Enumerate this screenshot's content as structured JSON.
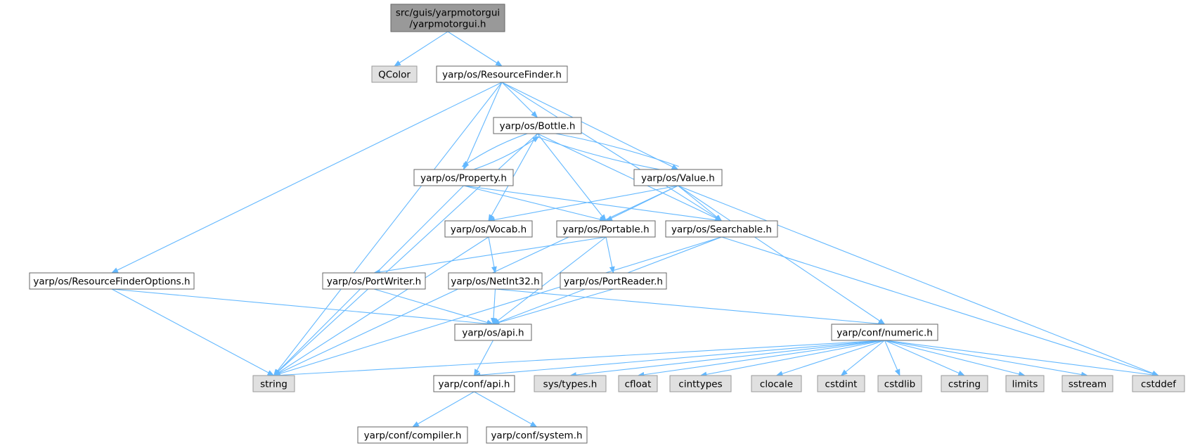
{
  "colors": {
    "root_fill": "#999999",
    "root_stroke": "#666666",
    "internal_fill": "#ffffff",
    "internal_stroke": "#666666",
    "external_fill": "#e0e0e0",
    "external_stroke": "#999999",
    "edge": "#63b8ff"
  },
  "nodes": [
    {
      "id": "root",
      "kind": "root",
      "lines": [
        "src/guis/yarpmotorgui",
        "/yarpmotorgui.h"
      ]
    },
    {
      "id": "qcolor",
      "kind": "external",
      "lines": [
        "QColor"
      ]
    },
    {
      "id": "resourcefinder",
      "kind": "internal",
      "lines": [
        "yarp/os/ResourceFinder.h"
      ]
    },
    {
      "id": "bottle",
      "kind": "internal",
      "lines": [
        "yarp/os/Bottle.h"
      ]
    },
    {
      "id": "property",
      "kind": "internal",
      "lines": [
        "yarp/os/Property.h"
      ]
    },
    {
      "id": "value",
      "kind": "internal",
      "lines": [
        "yarp/os/Value.h"
      ]
    },
    {
      "id": "vocab",
      "kind": "internal",
      "lines": [
        "yarp/os/Vocab.h"
      ]
    },
    {
      "id": "portable",
      "kind": "internal",
      "lines": [
        "yarp/os/Portable.h"
      ]
    },
    {
      "id": "searchable",
      "kind": "internal",
      "lines": [
        "yarp/os/Searchable.h"
      ]
    },
    {
      "id": "rfoptions",
      "kind": "internal",
      "lines": [
        "yarp/os/ResourceFinderOptions.h"
      ]
    },
    {
      "id": "portwriter",
      "kind": "internal",
      "lines": [
        "yarp/os/PortWriter.h"
      ]
    },
    {
      "id": "netint32",
      "kind": "internal",
      "lines": [
        "yarp/os/NetInt32.h"
      ]
    },
    {
      "id": "portreader",
      "kind": "internal",
      "lines": [
        "yarp/os/PortReader.h"
      ]
    },
    {
      "id": "osapi",
      "kind": "internal",
      "lines": [
        "yarp/os/api.h"
      ]
    },
    {
      "id": "numeric",
      "kind": "internal",
      "lines": [
        "yarp/conf/numeric.h"
      ]
    },
    {
      "id": "string",
      "kind": "external",
      "lines": [
        "string"
      ]
    },
    {
      "id": "confapi",
      "kind": "internal",
      "lines": [
        "yarp/conf/api.h"
      ]
    },
    {
      "id": "systypes",
      "kind": "external",
      "lines": [
        "sys/types.h"
      ]
    },
    {
      "id": "cfloat",
      "kind": "external",
      "lines": [
        "cfloat"
      ]
    },
    {
      "id": "cinttypes",
      "kind": "external",
      "lines": [
        "cinttypes"
      ]
    },
    {
      "id": "clocale",
      "kind": "external",
      "lines": [
        "clocale"
      ]
    },
    {
      "id": "cstdint",
      "kind": "external",
      "lines": [
        "cstdint"
      ]
    },
    {
      "id": "cstdlib",
      "kind": "external",
      "lines": [
        "cstdlib"
      ]
    },
    {
      "id": "cstring",
      "kind": "external",
      "lines": [
        "cstring"
      ]
    },
    {
      "id": "limits",
      "kind": "external",
      "lines": [
        "limits"
      ]
    },
    {
      "id": "sstream",
      "kind": "external",
      "lines": [
        "sstream"
      ]
    },
    {
      "id": "cstddef",
      "kind": "external",
      "lines": [
        "cstddef"
      ]
    },
    {
      "id": "compiler",
      "kind": "internal",
      "lines": [
        "yarp/conf/compiler.h"
      ]
    },
    {
      "id": "system",
      "kind": "internal",
      "lines": [
        "yarp/conf/system.h"
      ]
    }
  ],
  "edges": [
    [
      "root",
      "qcolor"
    ],
    [
      "root",
      "resourcefinder"
    ],
    [
      "resourcefinder",
      "bottle"
    ],
    [
      "resourcefinder",
      "property"
    ],
    [
      "resourcefinder",
      "value"
    ],
    [
      "resourcefinder",
      "searchable"
    ],
    [
      "resourcefinder",
      "rfoptions"
    ],
    [
      "resourcefinder",
      "string"
    ],
    [
      "bottle",
      "property"
    ],
    [
      "bottle",
      "value"
    ],
    [
      "bottle",
      "vocab"
    ],
    [
      "bottle",
      "portable"
    ],
    [
      "bottle",
      "searchable"
    ],
    [
      "bottle",
      "string"
    ],
    [
      "property",
      "bottle"
    ],
    [
      "property",
      "portable"
    ],
    [
      "property",
      "searchable"
    ],
    [
      "property",
      "string"
    ],
    [
      "value",
      "bottle"
    ],
    [
      "value",
      "vocab"
    ],
    [
      "value",
      "portable"
    ],
    [
      "value",
      "searchable"
    ],
    [
      "value",
      "numeric"
    ],
    [
      "value",
      "string"
    ],
    [
      "value",
      "cstddef"
    ],
    [
      "vocab",
      "netint32"
    ],
    [
      "vocab",
      "string"
    ],
    [
      "portable",
      "portwriter"
    ],
    [
      "portable",
      "portreader"
    ],
    [
      "portable",
      "osapi"
    ],
    [
      "searchable",
      "osapi"
    ],
    [
      "searchable",
      "string"
    ],
    [
      "searchable",
      "cstddef"
    ],
    [
      "rfoptions",
      "osapi"
    ],
    [
      "rfoptions",
      "string"
    ],
    [
      "portwriter",
      "osapi"
    ],
    [
      "netint32",
      "osapi"
    ],
    [
      "netint32",
      "numeric"
    ],
    [
      "portreader",
      "osapi"
    ],
    [
      "osapi",
      "confapi"
    ],
    [
      "numeric",
      "confapi"
    ],
    [
      "numeric",
      "systypes"
    ],
    [
      "numeric",
      "cfloat"
    ],
    [
      "numeric",
      "cinttypes"
    ],
    [
      "numeric",
      "clocale"
    ],
    [
      "numeric",
      "cstdint"
    ],
    [
      "numeric",
      "cstdlib"
    ],
    [
      "numeric",
      "cstring"
    ],
    [
      "numeric",
      "limits"
    ],
    [
      "numeric",
      "sstream"
    ],
    [
      "numeric",
      "cstddef"
    ],
    [
      "numeric",
      "string"
    ],
    [
      "confapi",
      "compiler"
    ],
    [
      "confapi",
      "system"
    ]
  ]
}
